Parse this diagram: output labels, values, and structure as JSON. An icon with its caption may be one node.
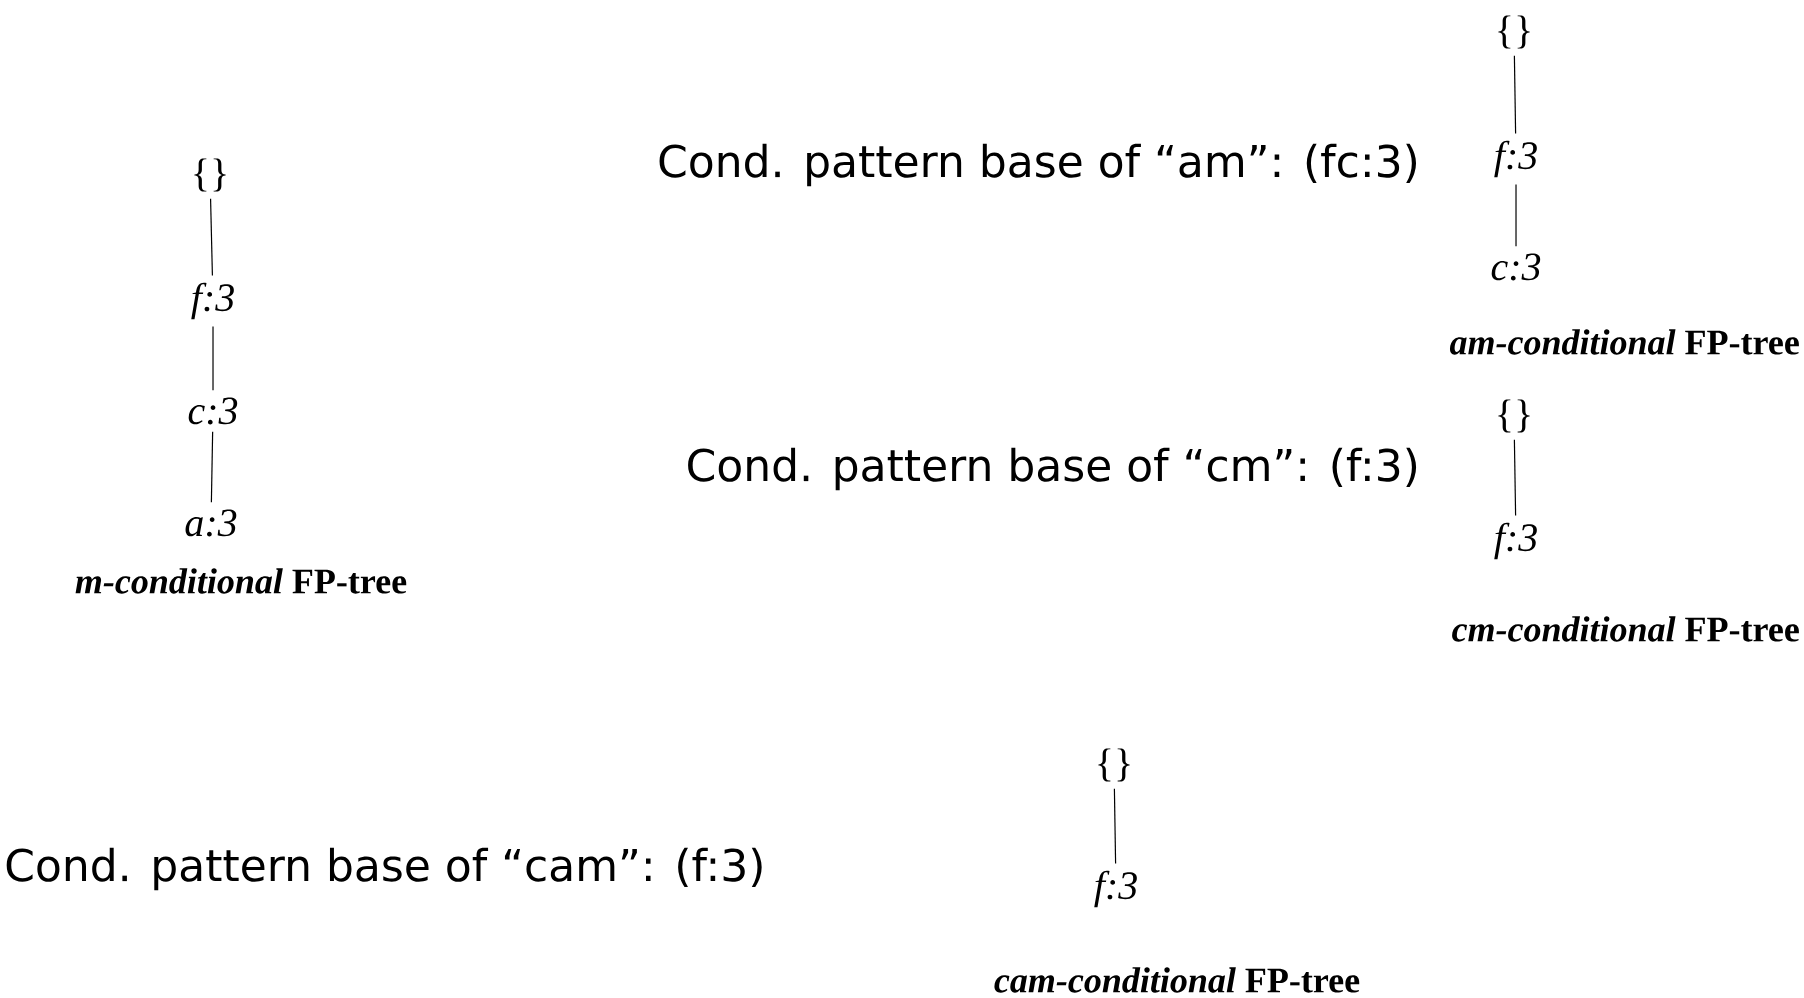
{
  "diagram": {
    "nodes": [
      {
        "text": [
          "{}"
        ]
      },
      {
        "text": [
          "f:3"
        ]
      },
      {
        "text": [
          "c:3"
        ]
      },
      {
        "text": [
          "a:3"
        ]
      },
      {
        "text": [
          "{}"
        ]
      },
      {
        "text": [
          "f:3"
        ]
      },
      {
        "text": [
          "c:3"
        ]
      },
      {
        "text": [
          "{}"
        ]
      },
      {
        "text": [
          "f:3"
        ]
      },
      {
        "text": [
          "{}"
        ]
      },
      {
        "text": [
          "f:3"
        ]
      }
    ],
    "edges": [
      {
        "from": 0,
        "to": 1,
        "arrow": "none"
      },
      {
        "from": 1,
        "to": 2,
        "arrow": "none"
      },
      {
        "from": 2,
        "to": 3,
        "arrow": "none"
      },
      {
        "from": 4,
        "to": 5,
        "arrow": "none"
      },
      {
        "from": 5,
        "to": 6,
        "arrow": "none"
      },
      {
        "from": 7,
        "to": 8,
        "arrow": "none"
      },
      {
        "from": 9,
        "to": 10,
        "arrow": "none"
      }
    ],
    "labels": [
      "*m-conditional* FP-tree",
      "Cond. pattern base of “am”: (fc:3)",
      "*am-conditional* FP-tree",
      "Cond. pattern base of “cm”: (f:3)",
      "*cm-conditional* FP-tree",
      "Cond. pattern base of “cam”: (f:3)",
      "*cam-conditional* FP-tree"
    ]
  }
}
